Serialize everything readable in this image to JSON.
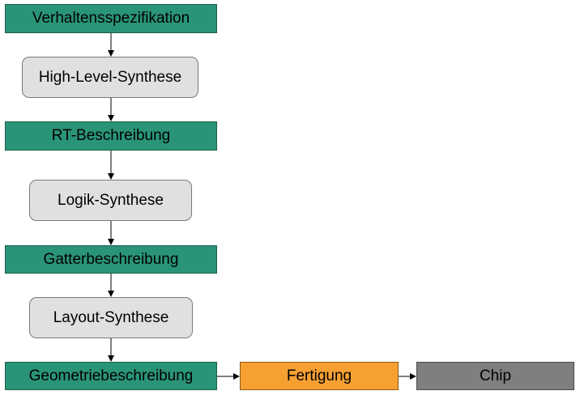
{
  "flow": {
    "verhaltensspezifikation": "Verhaltensspezifikation",
    "high_level_synthese": "High-Level-Synthese",
    "rt_beschreibung": "RT-Beschreibung",
    "logik_synthese": "Logik-Synthese",
    "gatterbeschreibung": "Gatterbeschreibung",
    "layout_synthese": "Layout-Synthese",
    "geometriebeschreibung": "Geometriebeschreibung",
    "fertigung": "Fertigung",
    "chip": "Chip"
  },
  "colors": {
    "description_box": "#2a9478",
    "synthesis_box": "#e0e0e0",
    "fertigung_box": "#f7a032",
    "chip_box": "#7f7f7f",
    "arrow": "#000000"
  }
}
